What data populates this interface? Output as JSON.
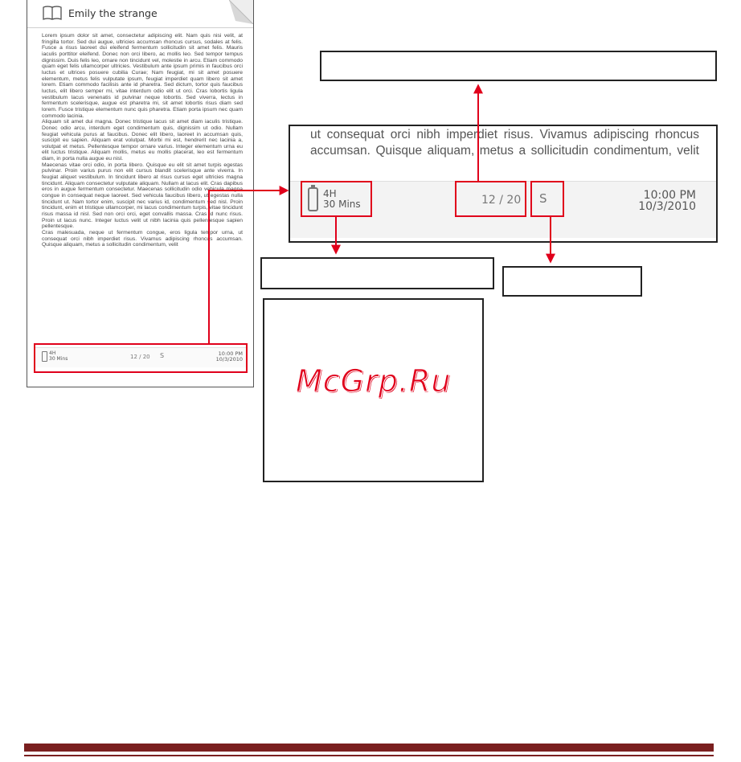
{
  "reader": {
    "title": "Emily the strange",
    "paragraphs": [
      "Lorem ipsum dolor sit amet, consectetur adipiscing elit. Nam quis nisi velit, at fringilla tortor. Sed dui augue, ultricies accumsan rhoncus cursus, sodales at felis. Fusce a risus laoreet dui eleifend fermentum sollicitudin sit amet felis. Mauris iaculis porttitor eleifend. Donec non orci libero, ac mollis leo. Sed tempor tempus dignissim. Duis felis leo, ornare non tincidunt vel, molestie in arcu. Etiam commodo quam eget felis ullamcorper ultricies. Vestibulum ante ipsum primis in faucibus orci luctus et ultrices posuere cubilia Curae; Nam feugiat, mi sit amet posuere elementum, metus felis vulputate ipsum, feugiat imperdiet quam libero sit amet lorem. Etiam commodo facilisis ante id pharetra. Sed dictum, tortor quis faucibus luctus, elit libero semper mi, vitae interdum odio elit ut orci. Cras lobortis ligula vestibulum lacus venenatis id pulvinar neque lobortis. Sed viverra, lectus in fermentum scelerisque, augue est pharetra mi, sit amet lobortis risus diam sed lorem. Fusce tristique elementum nunc quis pharetra. Etiam porta ipsum nec quam commodo lacinia.",
      "Aliquam sit amet dui magna. Donec tristique lacus sit amet diam iaculis tristique. Donec odio arcu, interdum eget condimentum quis, dignissim ut odio. Nullam feugiat vehicula purus at faucibus. Donec elit libero, laoreet in accumsan quis, suscipit eu sapien. Aliquam erat volutpat. Morbi mi est, hendrerit nec lacinia a, volutpat et metus. Pellentesque tempor ornare varius. Integer elementum urna eu elit luctus tristique. Aliquam mollis, metus eu mollis placerat, leo est fermentum diam, in porta nulla augue eu nisl.",
      "Maecenas vitae orci odio, in porta libero. Quisque eu elit sit amet turpis egestas pulvinar. Proin varius purus non elit cursus blandit scelerisque ante viverra. In feugiat aliquet vestibulum. In tincidunt libero at risus cursus eget ultricies magna tincidunt. Aliquam consectetur vulputate aliquam. Nullam at lacus elit. Cras dapibus eros in augue fermentum consectetur. Maecenas sollicitudin odio vehicula magna congue in consequat neque laoreet. Sed vehicula faucibus libero, ut egestas nulla tincidunt ut. Nam tortor enim, suscipit nec varius id, condimentum sed nisl. Proin tincidunt, enim et tristique ullamcorper, mi lacus condimentum turpis, vitae tincidunt risus massa id nisl. Sed non orci orci, eget convallis massa. Cras id nunc risus. Proin ut lacus nunc. Integer luctus velit ut nibh lacinia quis pellentesque sapien pellentesque.",
      "Cras malesuada, neque ut fermentum congue, eros ligula tempor urna, ut consequat orci nibh imperdiet risus. Vivamus adipiscing rhoncus accumsan. Quisque aliquam, metus a sollicitudin condimentum, velit"
    ],
    "status": {
      "battery_hours": "4H",
      "battery_mins": "30 Mins",
      "page": "12 / 20",
      "mode": "S",
      "time": "10:00 PM",
      "date": "10/3/2010"
    }
  },
  "zoom": {
    "text_line1": "ut consequat orci nibh imperdiet risus. Vivamus adipiscing rhoncus",
    "text_line2": "accumsan. Quisque aliquam, metus a sollicitudin condimentum, velit",
    "status": {
      "battery_hours": "4H",
      "battery_mins": "30 Mins",
      "page": "12 / 20",
      "mode": "S",
      "time": "10:00 PM",
      "date": "10/3/2010"
    }
  },
  "watermark": "McGrp.Ru",
  "colors": {
    "highlight": "#e0001b",
    "footer_rule": "#7a1f1f"
  }
}
